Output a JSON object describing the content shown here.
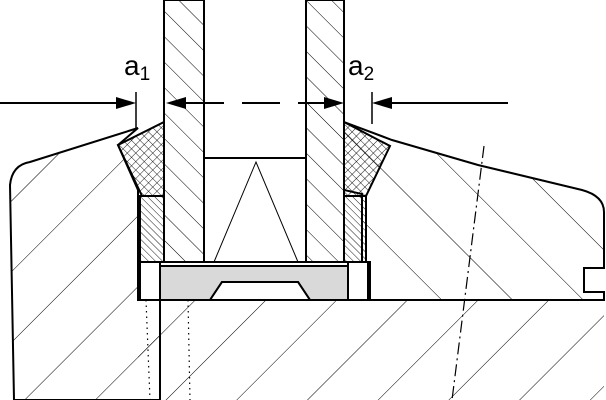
{
  "labels": {
    "a1": {
      "base": "a",
      "sub": "1"
    },
    "a2": {
      "base": "a",
      "sub": "2"
    }
  },
  "colors": {
    "line": "#000000",
    "background": "#ffffff",
    "insert_fill": "#d9d9d9"
  }
}
